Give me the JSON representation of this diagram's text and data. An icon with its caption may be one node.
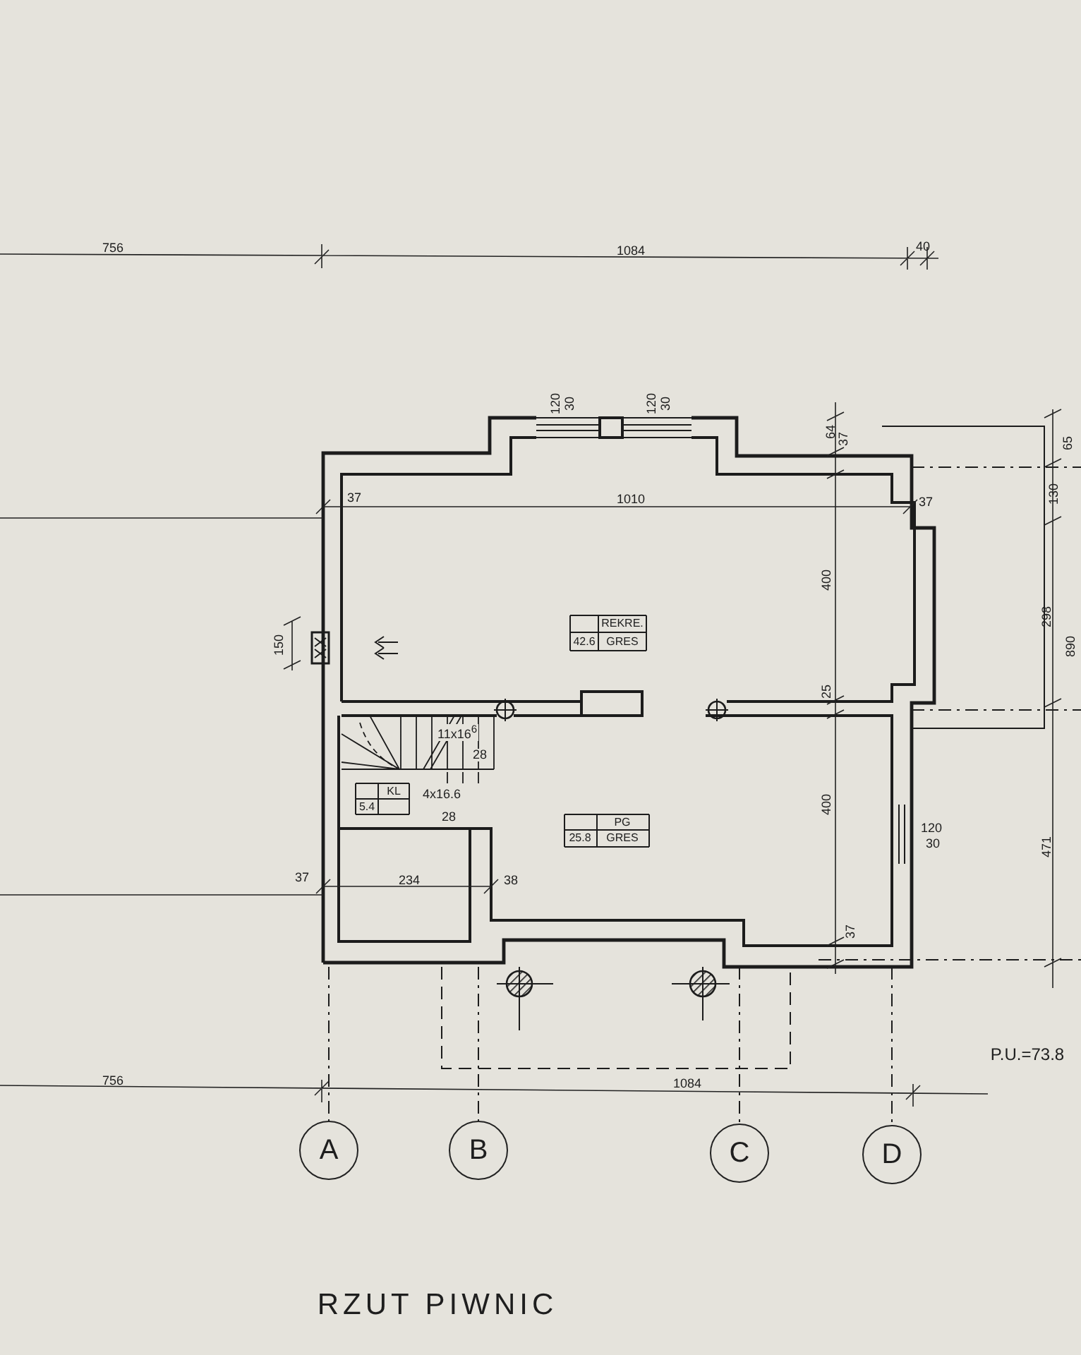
{
  "diagram": {
    "title": "RZUT PIWNIC",
    "nodes": [
      {
        "text": [
          "A"
        ]
      },
      {
        "text": [
          "B"
        ]
      },
      {
        "text": [
          "C"
        ]
      },
      {
        "text": [
          "D"
        ]
      }
    ],
    "labels": [
      "756",
      "1084",
      "40",
      "120",
      "30",
      "120",
      "30",
      "64",
      "37",
      "65",
      "37",
      "1010",
      "37",
      "130",
      "400",
      "298",
      "890",
      "REKRE.",
      "42.6",
      "GRES",
      "150",
      "11x16$^{6}$",
      "28",
      "25",
      "KL",
      "5.4",
      "4x16.6",
      "28",
      "400",
      "PG",
      "25.8",
      "GRES",
      "120",
      "30",
      "37",
      "234",
      "38",
      "37",
      "471",
      "P.U.=73.8",
      "756",
      "1084"
    ]
  }
}
